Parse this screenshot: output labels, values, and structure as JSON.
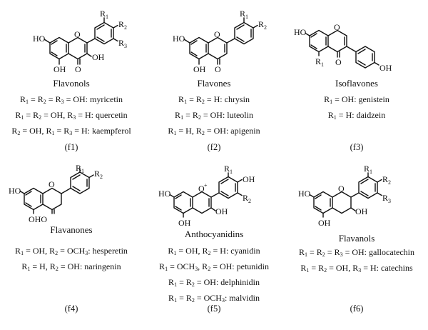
{
  "panels": [
    {
      "class_name": "Flavonols",
      "substituents": [
        [
          {
            "t": "R"
          },
          {
            "s": "1"
          },
          {
            "t": " = R"
          },
          {
            "s": "2"
          },
          {
            "t": " = R"
          },
          {
            "s": "3"
          },
          {
            "t": " = OH: myricetin"
          }
        ],
        [
          {
            "t": "R"
          },
          {
            "s": "1"
          },
          {
            "t": " = R"
          },
          {
            "s": "2"
          },
          {
            "t": " = OH, R"
          },
          {
            "s": "3"
          },
          {
            "t": " = H: quercetin"
          }
        ],
        [
          {
            "t": "R"
          },
          {
            "s": "2"
          },
          {
            "t": " = OH, R"
          },
          {
            "s": "1"
          },
          {
            "t": " = R"
          },
          {
            "s": "3"
          },
          {
            "t": " = H: kaempferol"
          }
        ]
      ],
      "tag": "(f1)",
      "atom_labels": {
        "ho7": "HO",
        "oh5": "OH",
        "o4": "O",
        "oh3": "OH",
        "o1": "O",
        "r1": "R",
        "r1s": "1",
        "r2": "R",
        "r2s": "2",
        "r3": "R",
        "r3s": "3"
      }
    },
    {
      "class_name": "Flavones",
      "substituents": [
        [
          {
            "t": "R"
          },
          {
            "s": "1"
          },
          {
            "t": " = R"
          },
          {
            "s": "2"
          },
          {
            "t": " = H: chrysin"
          }
        ],
        [
          {
            "t": "R"
          },
          {
            "s": "1"
          },
          {
            "t": " = R"
          },
          {
            "s": "2"
          },
          {
            "t": " = OH: luteolin"
          }
        ],
        [
          {
            "t": "R"
          },
          {
            "s": "1"
          },
          {
            "t": " = H, R"
          },
          {
            "s": "2"
          },
          {
            "t": " = OH: apigenin"
          }
        ]
      ],
      "tag": "(f2)",
      "atom_labels": {
        "ho7": "HO",
        "oh5": "OH",
        "o4": "O",
        "o1": "O",
        "r1": "R",
        "r1s": "1",
        "r2": "R",
        "r2s": "2"
      }
    },
    {
      "class_name": "Isoflavones",
      "substituents": [
        [
          {
            "t": "R"
          },
          {
            "s": "1"
          },
          {
            "t": " = OH: genistein"
          }
        ],
        [
          {
            "t": "R"
          },
          {
            "s": "1"
          },
          {
            "t": " = H: daidzein"
          }
        ]
      ],
      "tag": "(f3)",
      "atom_labels": {
        "ho7": "HO",
        "o1": "O",
        "r1": "R",
        "r1s": "1",
        "o4": "O",
        "oh4p": "OH"
      }
    },
    {
      "class_name": "Flavanones",
      "substituents": [
        [
          {
            "t": "R"
          },
          {
            "s": "1"
          },
          {
            "t": " = OH, R"
          },
          {
            "s": "2"
          },
          {
            "t": " = OCH"
          },
          {
            "s": "3"
          },
          {
            "t": ": hesperetin"
          }
        ],
        [
          {
            "t": "R"
          },
          {
            "s": "1"
          },
          {
            "t": " = H, R"
          },
          {
            "s": "2"
          },
          {
            "t": " = OH: naringenin"
          }
        ]
      ],
      "tag": "(f4)",
      "atom_labels": {
        "ho7": "HO",
        "oho": "OHO",
        "o1": "O",
        "r1": "R",
        "r1s": "1",
        "r2": "R",
        "r2s": "2"
      }
    },
    {
      "class_name": "Anthocyanidins",
      "substituents": [
        [
          {
            "t": "R"
          },
          {
            "s": "1"
          },
          {
            "t": " = OH, R"
          },
          {
            "s": "2"
          },
          {
            "t": " = H: cyanidin"
          }
        ],
        [
          {
            "t": "R"
          },
          {
            "s": "1"
          },
          {
            "t": " = OCH"
          },
          {
            "s": "3"
          },
          {
            "t": ", R"
          },
          {
            "s": "2"
          },
          {
            "t": " = OH: petunidin"
          }
        ],
        [
          {
            "t": "R"
          },
          {
            "s": "1"
          },
          {
            "t": " = R"
          },
          {
            "s": "2"
          },
          {
            "t": " = OH: delphinidin"
          }
        ],
        [
          {
            "t": "R"
          },
          {
            "s": "1"
          },
          {
            "t": " = R"
          },
          {
            "s": "2"
          },
          {
            "t": " = OCH"
          },
          {
            "s": "3"
          },
          {
            "t": ": malvidin"
          }
        ]
      ],
      "tag": "(f5)",
      "atom_labels": {
        "ho7": "HO",
        "oh5": "OH",
        "oh3": "OH",
        "o1": "O",
        "plus": "+",
        "r1": "R",
        "r1s": "1",
        "oh4p": "OH",
        "r2": "R",
        "r2s": "2"
      }
    },
    {
      "class_name": "Flavanols",
      "substituents": [
        [
          {
            "t": "R"
          },
          {
            "s": "1"
          },
          {
            "t": " = R"
          },
          {
            "s": "2"
          },
          {
            "t": " = R"
          },
          {
            "s": "3"
          },
          {
            "t": " = OH: gallocatechin"
          }
        ],
        [
          {
            "t": "R"
          },
          {
            "s": "1"
          },
          {
            "t": " = R"
          },
          {
            "s": "2"
          },
          {
            "t": " = OH, R"
          },
          {
            "s": "3"
          },
          {
            "t": " = H: catechins"
          }
        ]
      ],
      "tag": "(f6)",
      "atom_labels": {
        "ho7": "HO",
        "oh5": "OH",
        "oh3": "OH",
        "o1": "O",
        "r1": "R",
        "r1s": "1",
        "r2": "R",
        "r2s": "2",
        "r3": "R",
        "r3s": "3"
      }
    }
  ]
}
